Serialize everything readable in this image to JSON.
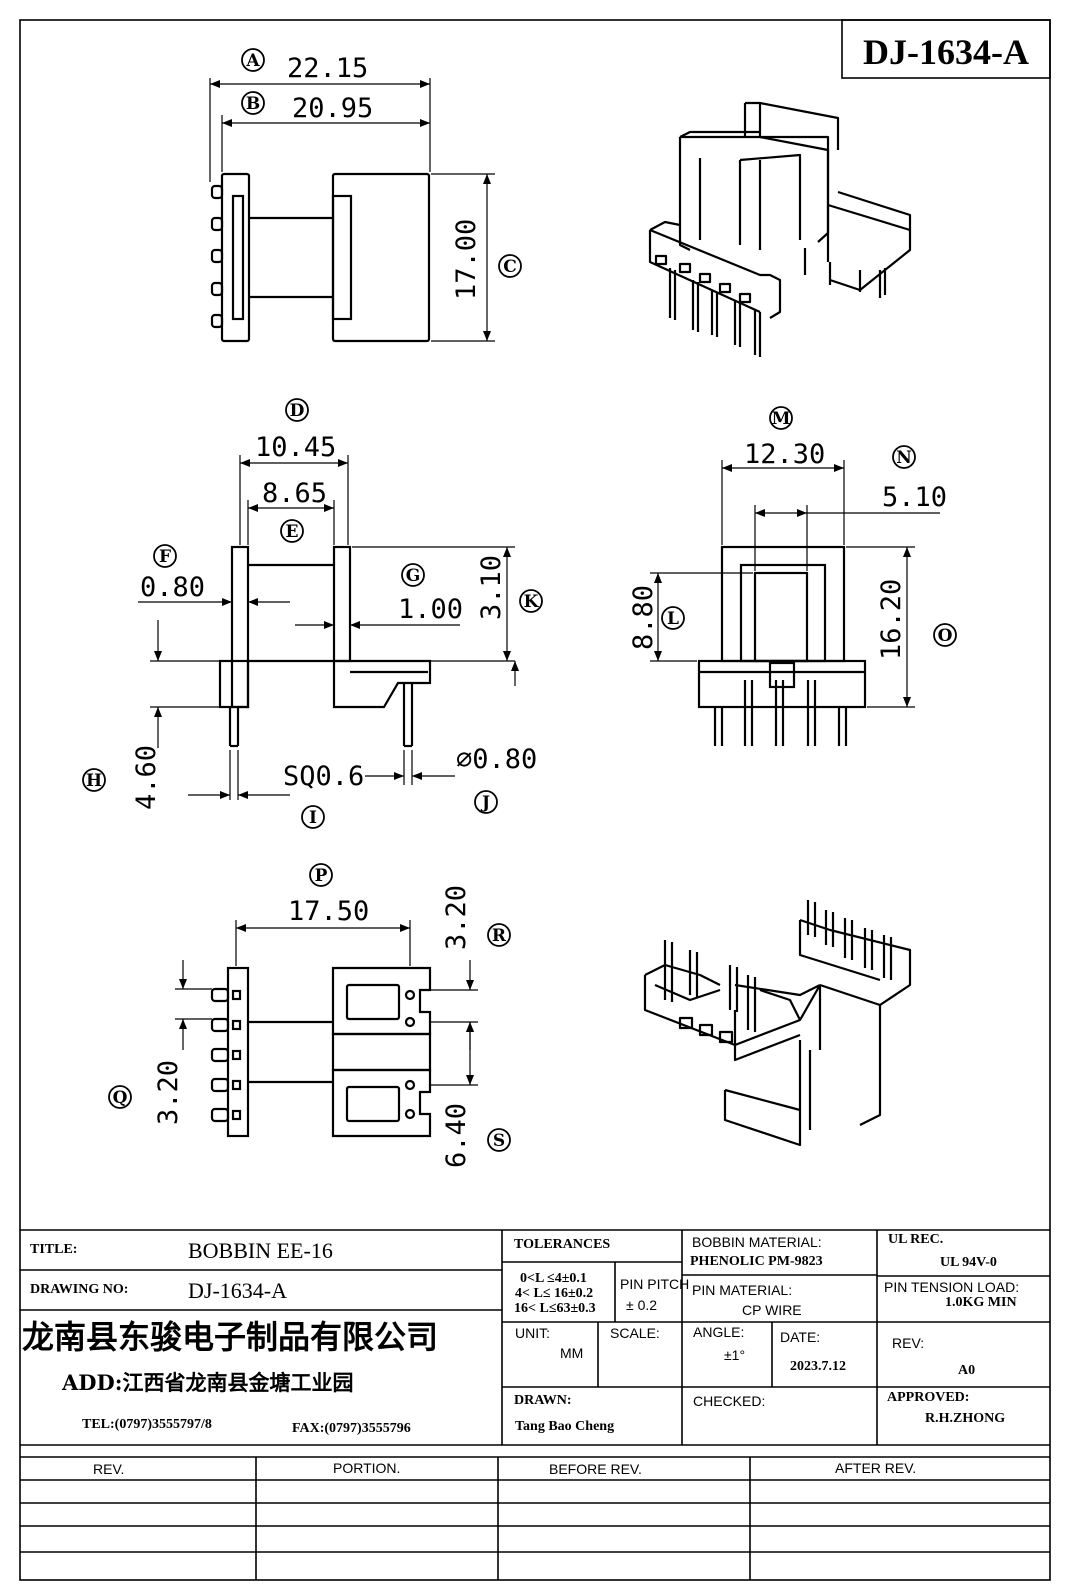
{
  "drawing_code": "DJ-1634-A",
  "dimensions": {
    "A": {
      "letter": "A",
      "value": "22.15"
    },
    "B": {
      "letter": "B",
      "value": "20.95"
    },
    "C": {
      "letter": "C",
      "value": "17.00"
    },
    "D": {
      "letter": "D",
      "value": "10.45"
    },
    "E": {
      "letter": "E",
      "value": "8.65"
    },
    "F": {
      "letter": "F",
      "value": "0.80"
    },
    "G": {
      "letter": "G",
      "value": "1.00"
    },
    "K": {
      "letter": "K",
      "value": "3.10"
    },
    "H": {
      "letter": "H",
      "value": "4.60"
    },
    "I": {
      "letter": "I",
      "value": "SQ0.6"
    },
    "J": {
      "letter": "J",
      "value": "⌀0.80"
    },
    "M": {
      "letter": "M",
      "value": "12.30"
    },
    "N": {
      "letter": "N",
      "value": "5.10"
    },
    "L": {
      "letter": "L",
      "value": "8.80"
    },
    "O": {
      "letter": "O",
      "value": "16.20"
    },
    "P": {
      "letter": "P",
      "value": "17.50"
    },
    "R": {
      "letter": "R",
      "value": "3.20"
    },
    "Q": {
      "letter": "Q",
      "value": "3.20"
    },
    "S": {
      "letter": "S",
      "value": "6.40"
    }
  },
  "title_block": {
    "title_label": "TITLE:",
    "title_value": "BOBBIN EE-16",
    "drawing_no_label": "DRAWING NO:",
    "drawing_no_value": "DJ-1634-A",
    "company_cn": "龙南县东骏电子制品有限公司",
    "address": "ADD:江西省龙南县金塘工业园",
    "tel": "TEL:(0797)3555797/8",
    "fax": "FAX:(0797)3555796",
    "tolerances_label": "TOLERANCES",
    "tol_line1": "0<L ≤4±0.1",
    "tol_line2": "4< L≤ 16±0.2",
    "tol_line3": "16< L≤63±0.3",
    "pin_pitch_label": "PIN PITCH",
    "pin_pitch_value": "± 0.2",
    "unit_label": "UNIT:",
    "unit_value": "MM",
    "scale_label": "SCALE:",
    "drawn_label": "DRAWN:",
    "drawn_value": "Tang Bao Cheng",
    "bobbin_material_label": "BOBBIN MATERIAL:",
    "bobbin_material_value": "PHENOLIC PM-9823",
    "pin_material_label": "PIN MATERIAL:",
    "pin_material_value": "CP WIRE",
    "angle_label": "ANGLE:",
    "angle_value": "±1°",
    "date_label": "DATE:",
    "date_value": "2023.7.12",
    "checked_label": "CHECKED:",
    "ul_rec_label": "UL REC.",
    "ul_rec_value": "UL 94V-0",
    "pin_tension_label": "PIN TENSION LOAD:",
    "pin_tension_value": "1.0KG MIN",
    "rev_label": "REV:",
    "rev_value": "A0",
    "approved_label": "APPROVED:",
    "approved_value": "R.H.ZHONG"
  },
  "revision_table": {
    "headers": [
      "REV.",
      "PORTION.",
      "BEFORE REV.",
      "AFTER REV."
    ]
  }
}
